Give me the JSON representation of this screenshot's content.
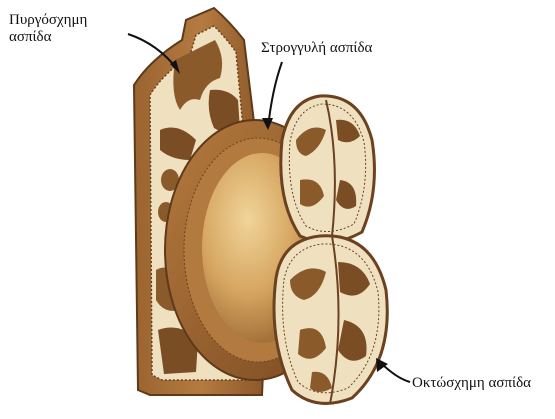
{
  "labels": {
    "tower_shield_line1": "Πυργόσχημη",
    "tower_shield_line2": "ασπίδα",
    "round_shield": "Στρογγυλή ασπίδα",
    "figure_eight_shield": "Οκτώσχημη ασπίδα"
  },
  "colors": {
    "hide_brown": "#8a5a2b",
    "hide_cream": "#efe0c0",
    "leather_tan": "#c8924e",
    "rim_dark": "#6b4120"
  }
}
